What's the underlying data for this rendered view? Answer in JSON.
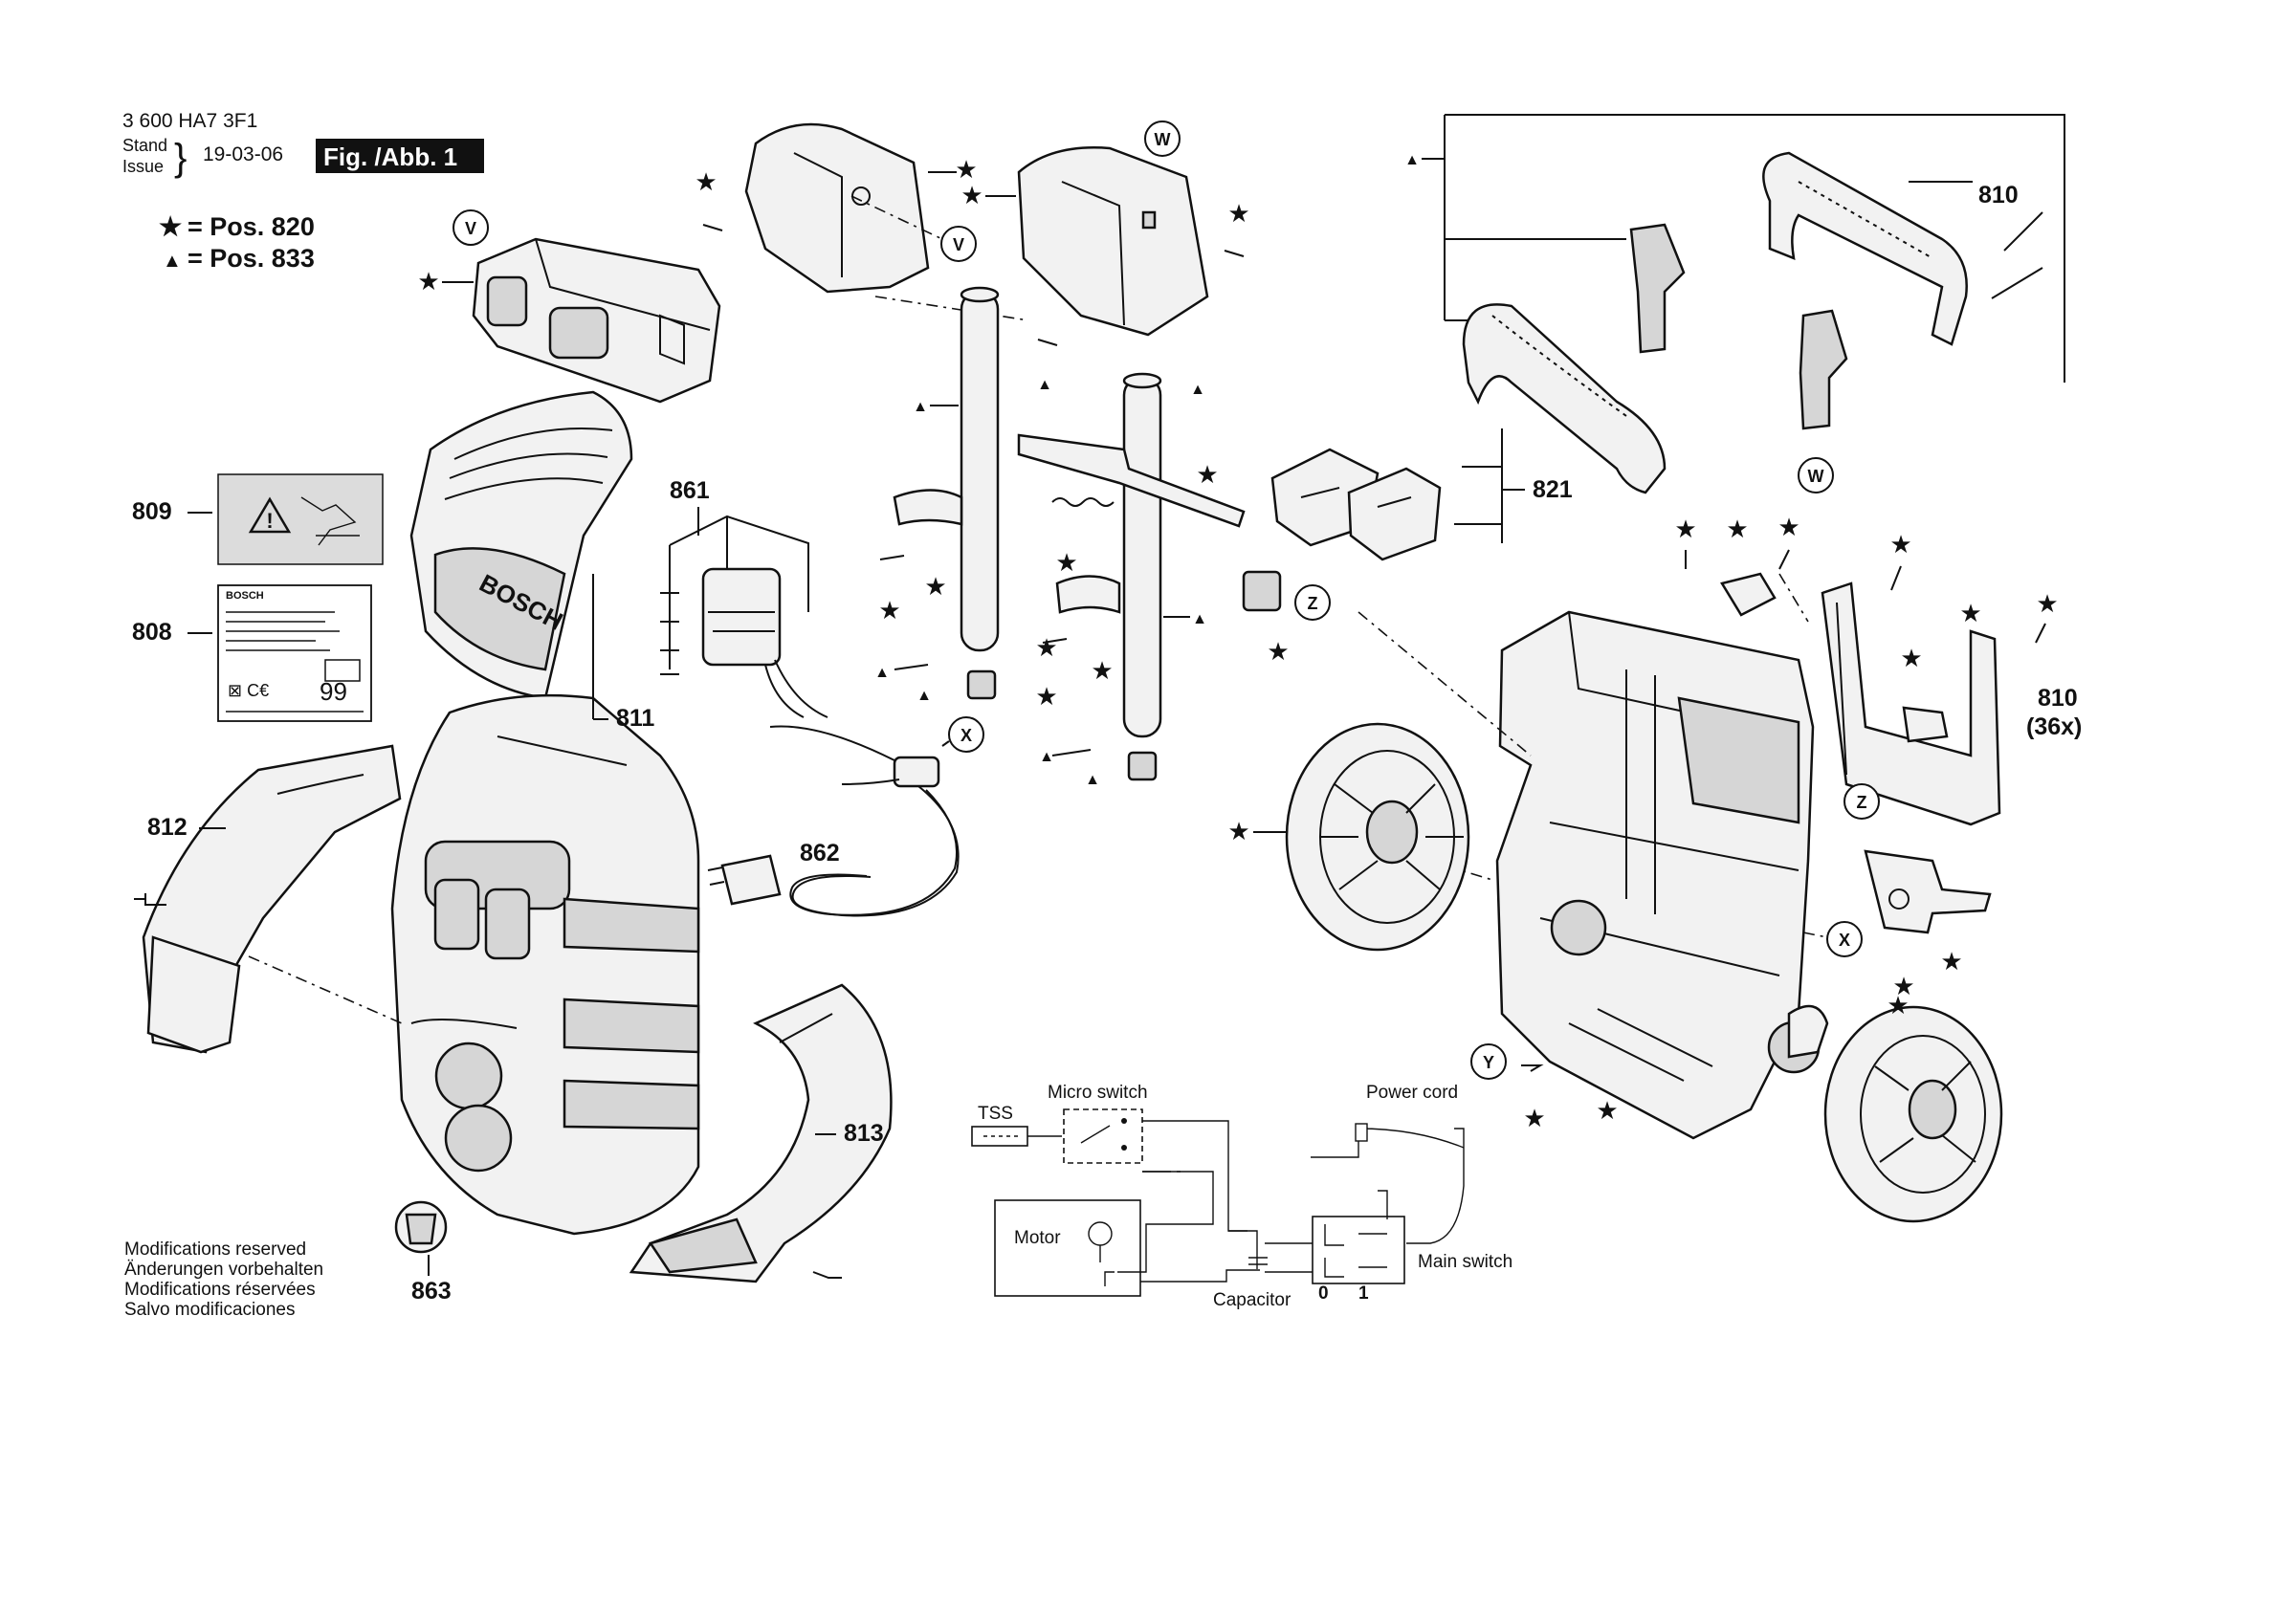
{
  "header": {
    "doc_number": "3 600 HA7 3F1",
    "stand_label": "Stand",
    "issue_label": "Issue",
    "date": "19-03-06",
    "figure_label": "Fig. /Abb. 1"
  },
  "legend": {
    "star_text": "= Pos. 820",
    "triangle_text": "= Pos. 833"
  },
  "symbols": {
    "star": "★",
    "triangle": "▲"
  },
  "part_numbers": {
    "p808": "808",
    "p809": "809",
    "p810": "810",
    "p810b": "810",
    "p810b_qty": "(36x)",
    "p811": "811",
    "p812": "812",
    "p813": "813",
    "p821": "821",
    "p861": "861",
    "p862": "862",
    "p863": "863"
  },
  "ref_circles": {
    "v": "V",
    "w": "W",
    "x": "X",
    "y": "Y",
    "z": "Z"
  },
  "brand": {
    "name": "BOSCH"
  },
  "label_808": {
    "big_number": "99"
  },
  "wiring": {
    "tss": "TSS",
    "micro_switch": "Micro switch",
    "power_cord": "Power cord",
    "motor": "Motor",
    "capacitor": "Capacitor",
    "main_switch": "Main switch",
    "switch_off": "0",
    "switch_on": "1"
  },
  "modifications": [
    "Modifications reserved",
    "Änderungen vorbehalten",
    "Modifications réservées",
    "Salvo modificaciones"
  ]
}
